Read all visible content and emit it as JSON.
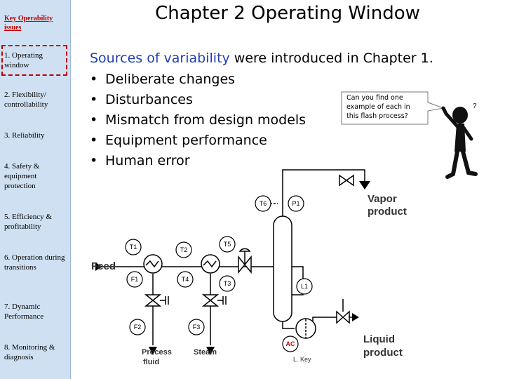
{
  "slide": {
    "title": "Chapter 2 Operating Window",
    "intro_highlight": "Sources of variability",
    "intro_rest": " were introduced in Chapter 1.",
    "bullets": [
      "Deliberate changes",
      "Disturbances",
      "Mismatch from design models",
      "Equipment performance",
      "Human error"
    ],
    "callout": "Can you find one example of each in this flash process?"
  },
  "sidebar": {
    "title": "Key Operability issues",
    "items": [
      {
        "label": "1. Operating window"
      },
      {
        "label": "2. Flexibility/ controllability"
      },
      {
        "label": "3. Reliability"
      },
      {
        "label": "4. Safety & equipment protection"
      },
      {
        "label": "5. Efficiency & profitability"
      },
      {
        "label": "6. Operation during transitions"
      },
      {
        "label": "7. Dynamic Performance"
      },
      {
        "label": "8. Monitoring & diagnosis"
      }
    ]
  },
  "diagram": {
    "instruments": {
      "T6": "T6",
      "P1": "P1",
      "T5": "T5",
      "T1": "T1",
      "T2": "T2",
      "F1": "F1",
      "T4": "T4",
      "T3": "T3",
      "L1": "L1",
      "F2": "F2",
      "F3": "F3",
      "AC": "AC"
    },
    "labels": {
      "feed": "Feed",
      "vapor1": "Vapor",
      "vapor2": "product",
      "liquid1": "Liquid",
      "liquid2": "product",
      "process1": "Process",
      "process2": "fluid",
      "steam": "Steam",
      "author": "L. Key"
    }
  },
  "colors": {
    "accent": "#c00000",
    "sidebar_bg": "#cfe0f2",
    "highlight_text": "#1f3fb0"
  }
}
